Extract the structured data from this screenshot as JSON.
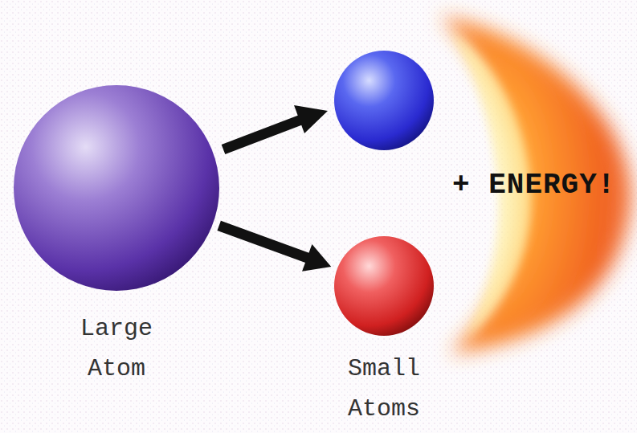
{
  "diagram": {
    "nodes": [
      {
        "text": [
          "Large Atom"
        ]
      },
      {
        "text": [
          "Small Atoms"
        ]
      }
    ],
    "edges": [
      {
        "from": 0,
        "to": 1,
        "arrow": "to"
      }
    ],
    "labels": [
      "+ ENERGY!"
    ]
  }
}
